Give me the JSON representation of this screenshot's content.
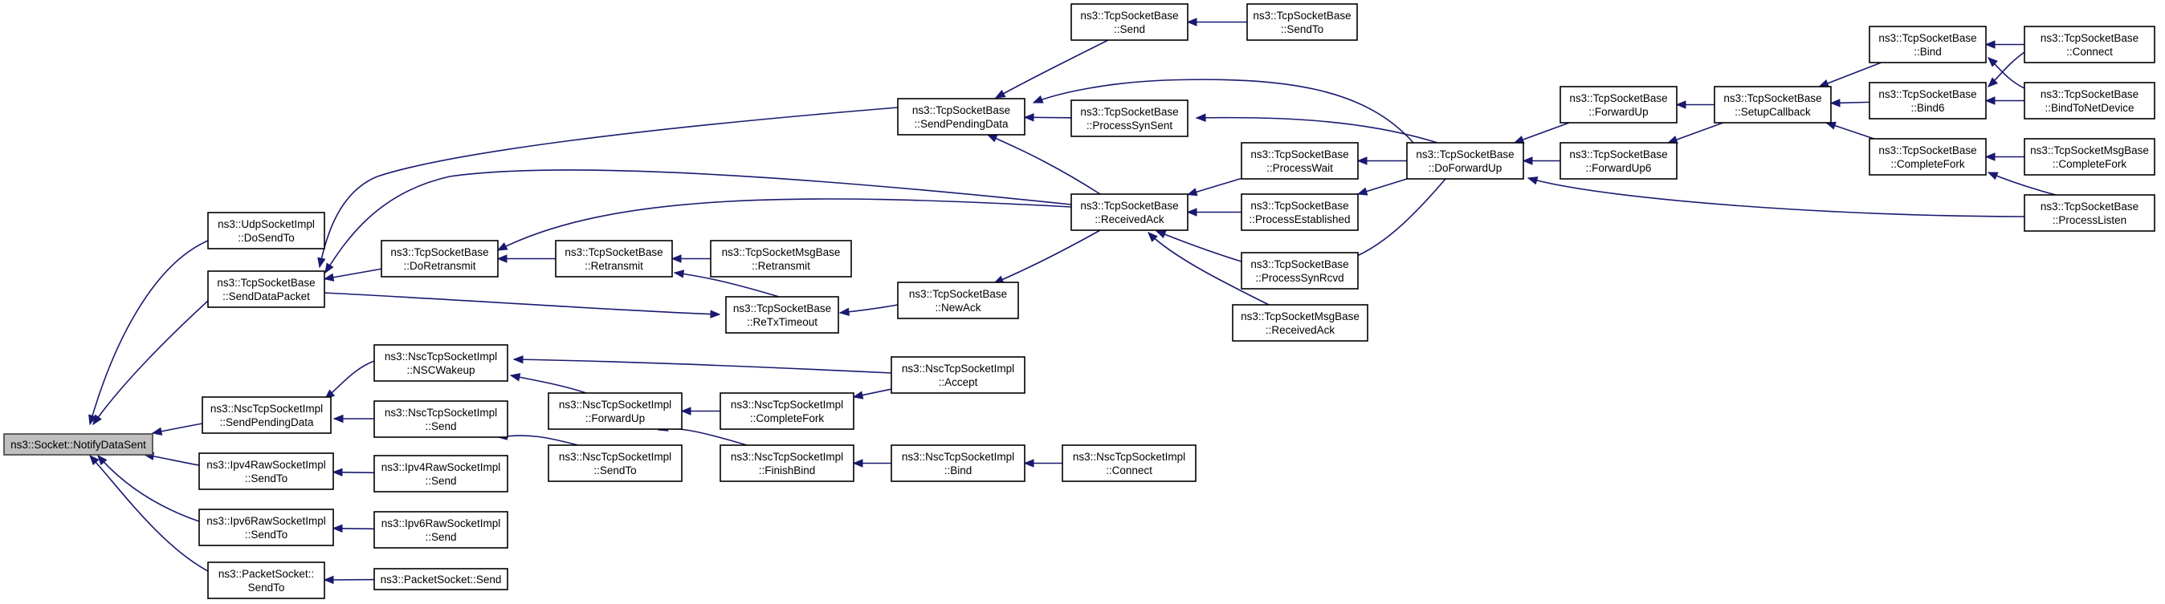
{
  "colors": {
    "edge": "#191970",
    "node_border": "#000000",
    "root_fill": "#bfbfbf",
    "node_fill": "#ffffff"
  },
  "nodes": [
    {
      "id": "notifyDataSent",
      "lines": [
        "ns3::Socket::NotifyDataSent"
      ],
      "root": true
    },
    {
      "id": "udpDoSendTo",
      "lines": [
        "ns3::UdpSocketImpl",
        "::DoSendTo"
      ]
    },
    {
      "id": "tcpSendDataPacket",
      "lines": [
        "ns3::TcpSocketBase",
        "::SendDataPacket"
      ]
    },
    {
      "id": "nscSendPendingData",
      "lines": [
        "ns3::NscTcpSocketImpl",
        "::SendPendingData"
      ]
    },
    {
      "id": "ipv4RawSendTo",
      "lines": [
        "ns3::Ipv4RawSocketImpl",
        "::SendTo"
      ]
    },
    {
      "id": "ipv6RawSendTo",
      "lines": [
        "ns3::Ipv6RawSocketImpl",
        "::SendTo"
      ]
    },
    {
      "id": "packetSendTo",
      "lines": [
        "ns3::PacketSocket::",
        "SendTo"
      ]
    },
    {
      "id": "tcpDoRetransmit",
      "lines": [
        "ns3::TcpSocketBase",
        "::DoRetransmit"
      ]
    },
    {
      "id": "nscNSCWakeup",
      "lines": [
        "ns3::NscTcpSocketImpl",
        "::NSCWakeup"
      ]
    },
    {
      "id": "nscSend",
      "lines": [
        "ns3::NscTcpSocketImpl",
        "::Send"
      ]
    },
    {
      "id": "ipv4RawSend",
      "lines": [
        "ns3::Ipv4RawSocketImpl",
        "::Send"
      ]
    },
    {
      "id": "ipv6RawSend",
      "lines": [
        "ns3::Ipv6RawSocketImpl",
        "::Send"
      ]
    },
    {
      "id": "packetSend",
      "lines": [
        "ns3::PacketSocket::Send"
      ]
    },
    {
      "id": "tcpRetransmit",
      "lines": [
        "ns3::TcpSocketBase",
        "::Retransmit"
      ]
    },
    {
      "id": "nscForwardUp",
      "lines": [
        "ns3::NscTcpSocketImpl",
        "::ForwardUp"
      ]
    },
    {
      "id": "nscSendTo",
      "lines": [
        "ns3::NscTcpSocketImpl",
        "::SendTo"
      ]
    },
    {
      "id": "msgRetransmit",
      "lines": [
        "ns3::TcpSocketMsgBase",
        "::Retransmit"
      ]
    },
    {
      "id": "tcpReTxTimeout",
      "lines": [
        "ns3::TcpSocketBase",
        "::ReTxTimeout"
      ]
    },
    {
      "id": "nscCompleteFork",
      "lines": [
        "ns3::NscTcpSocketImpl",
        "::CompleteFork"
      ]
    },
    {
      "id": "nscFinishBind",
      "lines": [
        "ns3::NscTcpSocketImpl",
        "::FinishBind"
      ]
    },
    {
      "id": "tcpSendPendingData",
      "lines": [
        "ns3::TcpSocketBase",
        "::SendPendingData"
      ]
    },
    {
      "id": "tcpNewAck",
      "lines": [
        "ns3::TcpSocketBase",
        "::NewAck"
      ]
    },
    {
      "id": "nscAccept",
      "lines": [
        "ns3::NscTcpSocketImpl",
        "::Accept"
      ]
    },
    {
      "id": "nscBind",
      "lines": [
        "ns3::NscTcpSocketImpl",
        "::Bind"
      ]
    },
    {
      "id": "tcpSend",
      "lines": [
        "ns3::TcpSocketBase",
        "::Send"
      ]
    },
    {
      "id": "tcpProcessSynSent",
      "lines": [
        "ns3::TcpSocketBase",
        "::ProcessSynSent"
      ]
    },
    {
      "id": "tcpReceivedAck",
      "lines": [
        "ns3::TcpSocketBase",
        "::ReceivedAck"
      ]
    },
    {
      "id": "nscConnect",
      "lines": [
        "ns3::NscTcpSocketImpl",
        "::Connect"
      ]
    },
    {
      "id": "tcpSendTo",
      "lines": [
        "ns3::TcpSocketBase",
        "::SendTo"
      ]
    },
    {
      "id": "tcpProcessWait",
      "lines": [
        "ns3::TcpSocketBase",
        "::ProcessWait"
      ]
    },
    {
      "id": "tcpProcessEstablished",
      "lines": [
        "ns3::TcpSocketBase",
        "::ProcessEstablished"
      ]
    },
    {
      "id": "tcpProcessSynRcvd",
      "lines": [
        "ns3::TcpSocketBase",
        "::ProcessSynRcvd"
      ]
    },
    {
      "id": "msgReceivedAck",
      "lines": [
        "ns3::TcpSocketMsgBase",
        "::ReceivedAck"
      ]
    },
    {
      "id": "tcpDoForwardUp",
      "lines": [
        "ns3::TcpSocketBase",
        "::DoForwardUp"
      ]
    },
    {
      "id": "tcpForwardUp",
      "lines": [
        "ns3::TcpSocketBase",
        "::ForwardUp"
      ]
    },
    {
      "id": "tcpForwardUp6",
      "lines": [
        "ns3::TcpSocketBase",
        "::ForwardUp6"
      ]
    },
    {
      "id": "tcpSetupCallback",
      "lines": [
        "ns3::TcpSocketBase",
        "::SetupCallback"
      ]
    },
    {
      "id": "tcpBind",
      "lines": [
        "ns3::TcpSocketBase",
        "::Bind"
      ]
    },
    {
      "id": "tcpBind6",
      "lines": [
        "ns3::TcpSocketBase",
        "::Bind6"
      ]
    },
    {
      "id": "tcpCompleteFork",
      "lines": [
        "ns3::TcpSocketBase",
        "::CompleteFork"
      ]
    },
    {
      "id": "tcpConnect",
      "lines": [
        "ns3::TcpSocketBase",
        "::Connect"
      ]
    },
    {
      "id": "tcpBindToNetDevice",
      "lines": [
        "ns3::TcpSocketBase",
        "::BindToNetDevice"
      ]
    },
    {
      "id": "msgCompleteFork",
      "lines": [
        "ns3::TcpSocketMsgBase",
        "::CompleteFork"
      ]
    },
    {
      "id": "tcpProcessListen",
      "lines": [
        "ns3::TcpSocketBase",
        "::ProcessListen"
      ]
    }
  ],
  "edges": [
    [
      "udpDoSendTo",
      "notifyDataSent"
    ],
    [
      "tcpSendDataPacket",
      "notifyDataSent"
    ],
    [
      "nscSendPendingData",
      "notifyDataSent"
    ],
    [
      "ipv4RawSendTo",
      "notifyDataSent"
    ],
    [
      "ipv6RawSendTo",
      "notifyDataSent"
    ],
    [
      "packetSendTo",
      "notifyDataSent"
    ],
    [
      "tcpDoRetransmit",
      "tcpSendDataPacket"
    ],
    [
      "tcpSendPendingData",
      "tcpSendDataPacket"
    ],
    [
      "tcpReceivedAck",
      "tcpSendDataPacket"
    ],
    [
      "tcpSendDataPacket",
      "tcpReTxTimeout"
    ],
    [
      "nscNSCWakeup",
      "nscSendPendingData"
    ],
    [
      "nscSend",
      "nscSendPendingData"
    ],
    [
      "ipv4RawSend",
      "ipv4RawSendTo"
    ],
    [
      "ipv6RawSend",
      "ipv6RawSendTo"
    ],
    [
      "packetSend",
      "packetSendTo"
    ],
    [
      "tcpRetransmit",
      "tcpDoRetransmit"
    ],
    [
      "tcpReceivedAck",
      "tcpDoRetransmit"
    ],
    [
      "msgRetransmit",
      "tcpRetransmit"
    ],
    [
      "tcpReTxTimeout",
      "tcpRetransmit"
    ],
    [
      "tcpNewAck",
      "tcpReTxTimeout"
    ],
    [
      "tcpReceivedAck",
      "tcpNewAck"
    ],
    [
      "nscForwardUp",
      "nscNSCWakeup"
    ],
    [
      "nscAccept",
      "nscNSCWakeup"
    ],
    [
      "nscSendTo",
      "nscSend"
    ],
    [
      "nscCompleteFork",
      "nscForwardUp"
    ],
    [
      "nscFinishBind",
      "nscForwardUp"
    ],
    [
      "nscAccept",
      "nscCompleteFork"
    ],
    [
      "nscBind",
      "nscFinishBind"
    ],
    [
      "nscConnect",
      "nscBind"
    ],
    [
      "tcpSend",
      "tcpSendPendingData"
    ],
    [
      "tcpProcessSynSent",
      "tcpSendPendingData"
    ],
    [
      "tcpReceivedAck",
      "tcpSendPendingData"
    ],
    [
      "tcpDoForwardUp",
      "tcpSendPendingData"
    ],
    [
      "tcpSendTo",
      "tcpSend"
    ],
    [
      "tcpDoForwardUp",
      "tcpProcessSynSent"
    ],
    [
      "tcpProcessWait",
      "tcpReceivedAck"
    ],
    [
      "tcpProcessEstablished",
      "tcpReceivedAck"
    ],
    [
      "tcpProcessSynRcvd",
      "tcpReceivedAck"
    ],
    [
      "msgReceivedAck",
      "tcpReceivedAck"
    ],
    [
      "tcpDoForwardUp",
      "tcpProcessWait"
    ],
    [
      "tcpDoForwardUp",
      "tcpProcessEstablished"
    ],
    [
      "tcpDoForwardUp",
      "tcpProcessSynRcvd"
    ],
    [
      "tcpForwardUp",
      "tcpDoForwardUp"
    ],
    [
      "tcpForwardUp6",
      "tcpDoForwardUp"
    ],
    [
      "tcpProcessListen",
      "tcpDoForwardUp"
    ],
    [
      "tcpSetupCallback",
      "tcpForwardUp"
    ],
    [
      "tcpSetupCallback",
      "tcpForwardUp6"
    ],
    [
      "tcpBind",
      "tcpSetupCallback"
    ],
    [
      "tcpBind6",
      "tcpSetupCallback"
    ],
    [
      "tcpCompleteFork",
      "tcpSetupCallback"
    ],
    [
      "tcpConnect",
      "tcpBind"
    ],
    [
      "tcpBindToNetDevice",
      "tcpBind"
    ],
    [
      "tcpConnect",
      "tcpBind6"
    ],
    [
      "tcpBindToNetDevice",
      "tcpBind6"
    ],
    [
      "msgCompleteFork",
      "tcpCompleteFork"
    ],
    [
      "tcpProcessListen",
      "tcpCompleteFork"
    ]
  ]
}
